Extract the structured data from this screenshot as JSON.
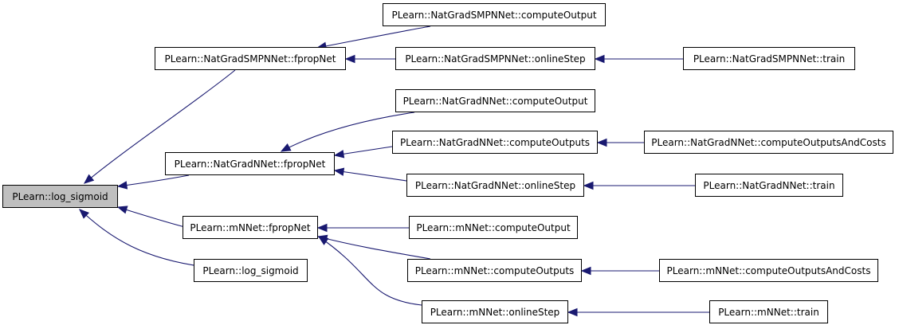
{
  "diagram": {
    "type": "caller-graph",
    "colors": {
      "edge": "#191970",
      "root_fill": "#bfbfbf",
      "node_fill": "#ffffff",
      "border": "#000000"
    },
    "nodes": [
      {
        "id": "n0",
        "label": "PLearn::log_sigmoid",
        "root": true
      },
      {
        "id": "n1",
        "label": "PLearn::NatGradSMPNNet::fpropNet"
      },
      {
        "id": "n2",
        "label": "PLearn::NatGradSMPNNet::computeOutput"
      },
      {
        "id": "n3",
        "label": "PLearn::NatGradSMPNNet::onlineStep"
      },
      {
        "id": "n4",
        "label": "PLearn::NatGradSMPNNet::train"
      },
      {
        "id": "n5",
        "label": "PLearn::NatGradNNet::fpropNet"
      },
      {
        "id": "n6",
        "label": "PLearn::NatGradNNet::computeOutput"
      },
      {
        "id": "n7",
        "label": "PLearn::NatGradNNet::computeOutputs"
      },
      {
        "id": "n8",
        "label": "PLearn::NatGradNNet::computeOutputsAndCosts"
      },
      {
        "id": "n9",
        "label": "PLearn::NatGradNNet::onlineStep"
      },
      {
        "id": "n10",
        "label": "PLearn::NatGradNNet::train"
      },
      {
        "id": "n11",
        "label": "PLearn::mNNet::fpropNet"
      },
      {
        "id": "n12",
        "label": "PLearn::mNNet::computeOutput"
      },
      {
        "id": "n13",
        "label": "PLearn::mNNet::computeOutputs"
      },
      {
        "id": "n14",
        "label": "PLearn::mNNet::computeOutputsAndCosts"
      },
      {
        "id": "n15",
        "label": "PLearn::mNNet::onlineStep"
      },
      {
        "id": "n16",
        "label": "PLearn::mNNet::train"
      },
      {
        "id": "n17",
        "label": "PLearn::log_sigmoid"
      }
    ],
    "edges": [
      {
        "from": "n1",
        "to": "n0"
      },
      {
        "from": "n5",
        "to": "n0"
      },
      {
        "from": "n11",
        "to": "n0"
      },
      {
        "from": "n17",
        "to": "n0"
      },
      {
        "from": "n2",
        "to": "n1"
      },
      {
        "from": "n3",
        "to": "n1"
      },
      {
        "from": "n4",
        "to": "n3"
      },
      {
        "from": "n6",
        "to": "n5"
      },
      {
        "from": "n7",
        "to": "n5"
      },
      {
        "from": "n9",
        "to": "n5"
      },
      {
        "from": "n8",
        "to": "n7"
      },
      {
        "from": "n10",
        "to": "n9"
      },
      {
        "from": "n12",
        "to": "n11"
      },
      {
        "from": "n13",
        "to": "n11"
      },
      {
        "from": "n15",
        "to": "n11"
      },
      {
        "from": "n14",
        "to": "n13"
      },
      {
        "from": "n16",
        "to": "n15"
      }
    ]
  }
}
